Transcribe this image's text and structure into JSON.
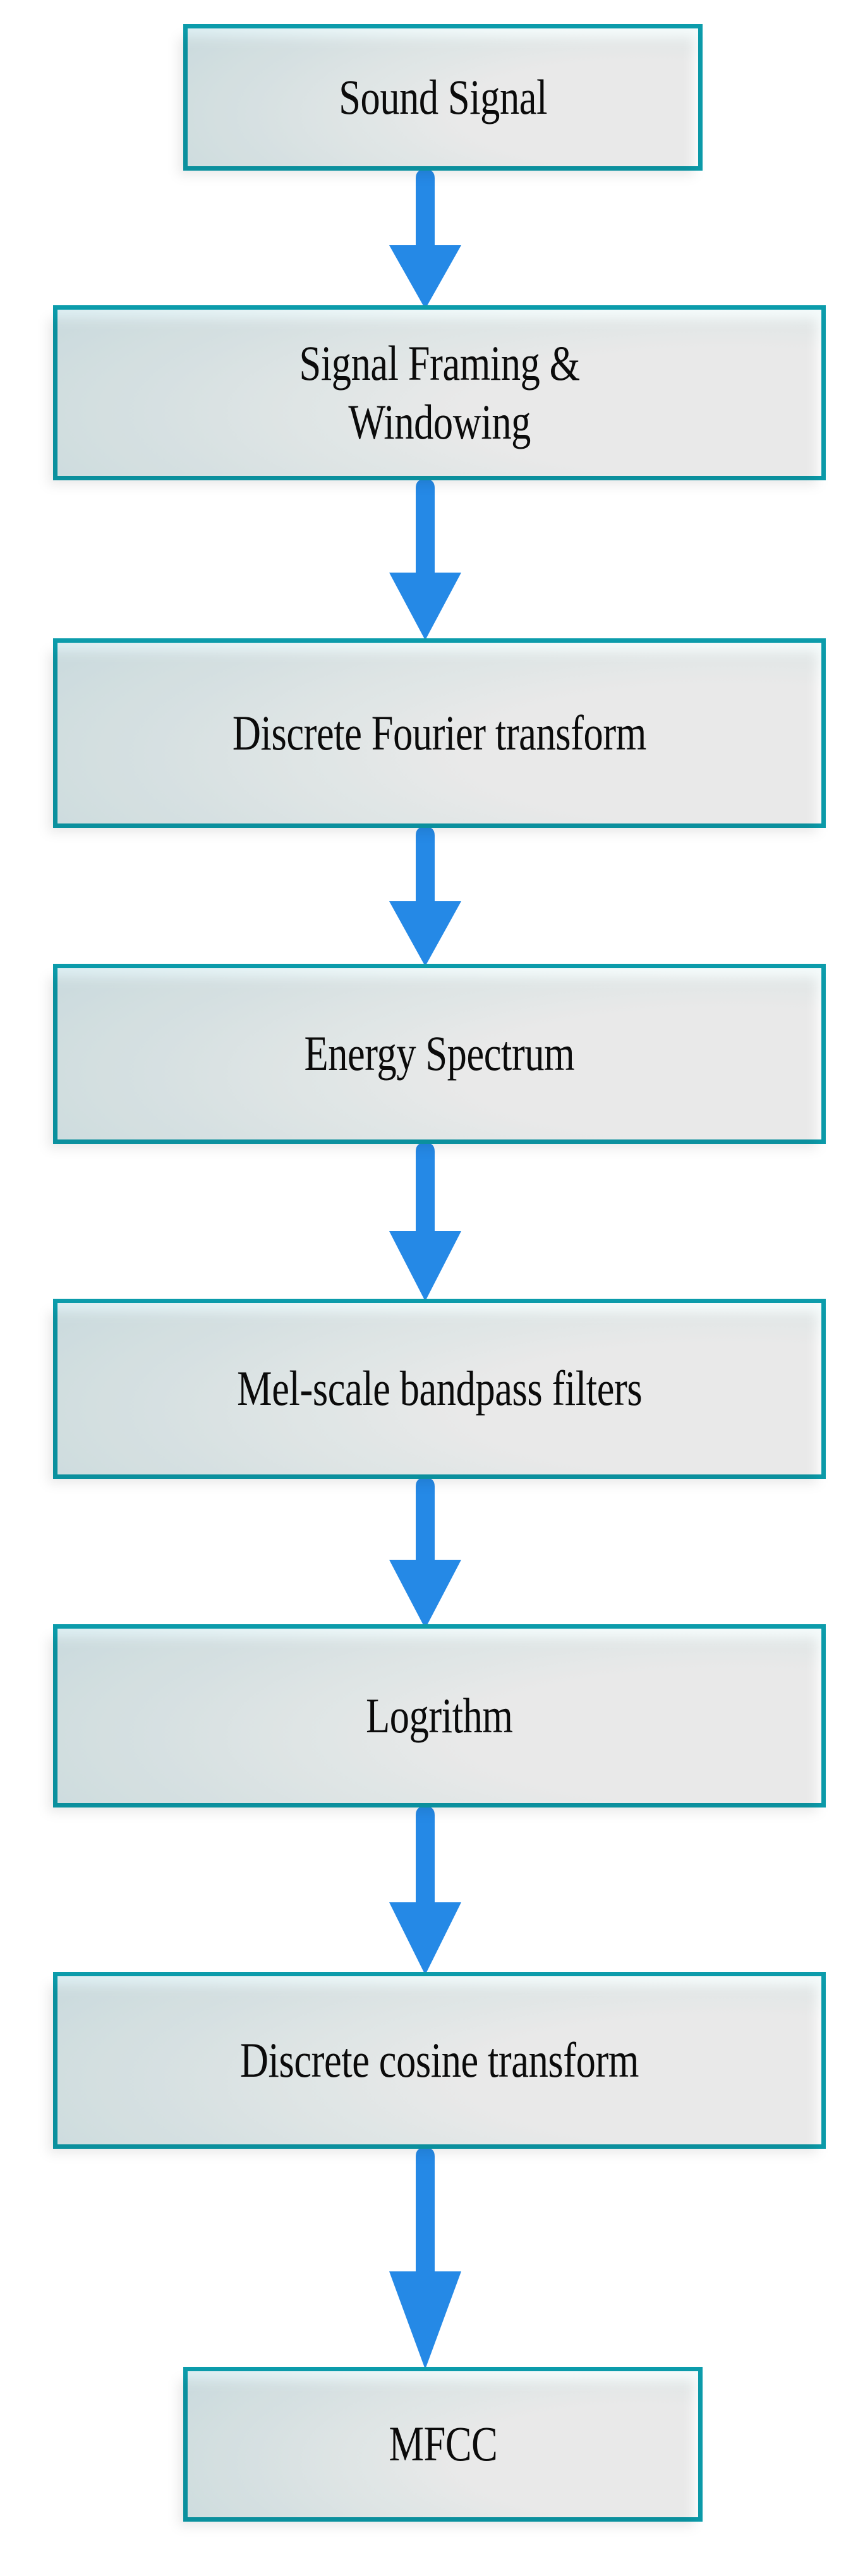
{
  "diagram": {
    "title": "MFCC feature extraction flowchart",
    "orientation": "top-to-bottom",
    "node_fill_light": "#d6ebef",
    "node_fill_highlight": "#ffffff",
    "node_border_color": "#0C9CAB",
    "arrow_color": "#2589E6",
    "text_color": "#0b0b0b",
    "background": "#ffffff"
  },
  "nodes": [
    {
      "id": "sound-signal",
      "label": "Sound Signal"
    },
    {
      "id": "framing-windowing",
      "label": "Signal Framing &\nWindowing"
    },
    {
      "id": "dft",
      "label": "Discrete Fourier transform"
    },
    {
      "id": "energy-spectrum",
      "label": "Energy Spectrum"
    },
    {
      "id": "mel-filters",
      "label": "Mel-scale bandpass filters"
    },
    {
      "id": "logrithm",
      "label": "Logrithm"
    },
    {
      "id": "dct",
      "label": "Discrete cosine transform"
    },
    {
      "id": "mfcc",
      "label": "MFCC"
    }
  ],
  "edges": [
    {
      "from": "sound-signal",
      "to": "framing-windowing"
    },
    {
      "from": "framing-windowing",
      "to": "dft"
    },
    {
      "from": "dft",
      "to": "energy-spectrum"
    },
    {
      "from": "energy-spectrum",
      "to": "mel-filters"
    },
    {
      "from": "mel-filters",
      "to": "logrithm"
    },
    {
      "from": "logrithm",
      "to": "dct"
    },
    {
      "from": "dct",
      "to": "mfcc"
    }
  ]
}
